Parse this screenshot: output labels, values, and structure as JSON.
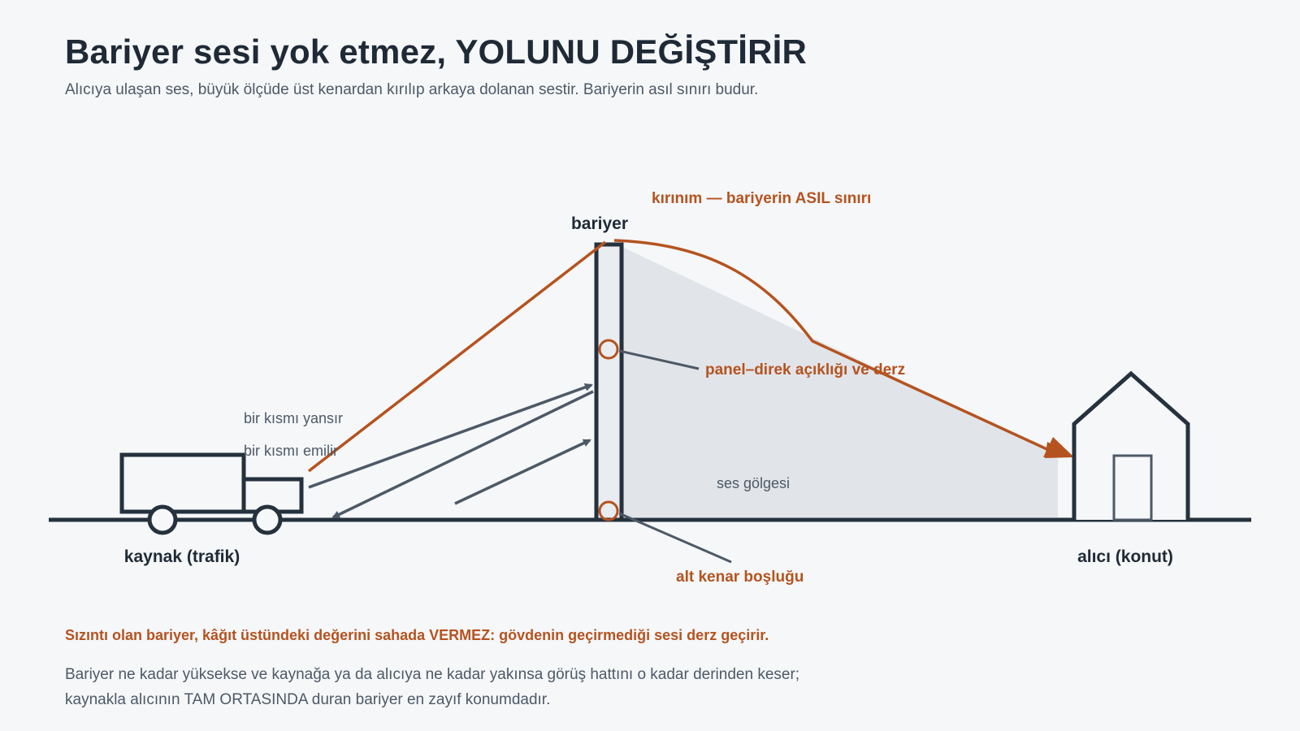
{
  "header": {
    "title": "Bariyer sesi yok etmez, YOLUNU DEĞİŞTİRİR",
    "subtitle": "Alıcıya ulaşan ses, büyük ölçüde üst kenardan kırılıp arkaya dolanan sestir. Bariyerin asıl sınırı budur."
  },
  "diagram": {
    "labels": {
      "diffraction": "kırınım — bariyerin ASIL sınırı",
      "barrier": "bariyer",
      "panel_gap": "panel–direk açıklığı ve derz",
      "reflect": "bir kısmı yansır",
      "absorb": "bir kısmı emilir",
      "shadow": "ses gölgesi",
      "source": "kaynak (trafik)",
      "receiver": "alıcı (konut)",
      "bottom_gap": "alt kenar boşluğu"
    },
    "colors": {
      "ink": "#25313d",
      "accent": "#b5531f",
      "arrow": "#4d5966",
      "shadow": "#e1e4e9",
      "barrier_fill": "#e9ecf0"
    }
  },
  "footer": {
    "warning": "Sızıntı olan bariyer, kâğıt üstündeki değerini sahada VERMEZ: gövdenin geçirmediği sesi derz geçirir.",
    "note_line1": "Bariyer ne kadar yüksekse ve kaynağa ya da alıcıya ne kadar yakınsa görüş hattını o kadar derinden keser;",
    "note_line2": "kaynakla alıcının TAM ORTASINDA duran bariyer en zayıf konumdadır."
  }
}
